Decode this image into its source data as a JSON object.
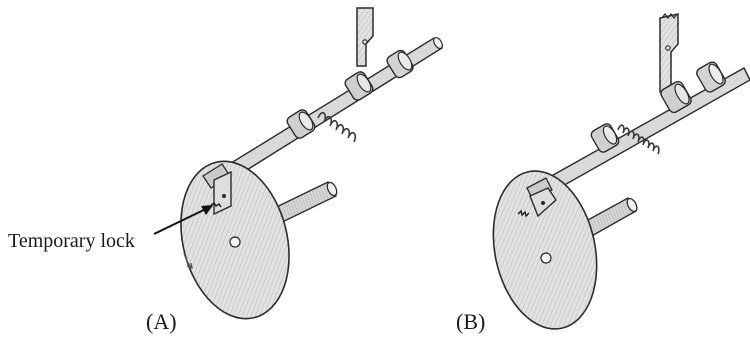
{
  "figure": {
    "panel_a": {
      "caption": "(A)",
      "annotation": "Temporary lock"
    },
    "panel_b": {
      "caption": "(B)"
    }
  },
  "colors": {
    "ink": "#2b2b2b",
    "disc_fill": "#dcdcdc",
    "shaft_fill": "#d9d9d9",
    "spring": "#3a3a3a"
  }
}
